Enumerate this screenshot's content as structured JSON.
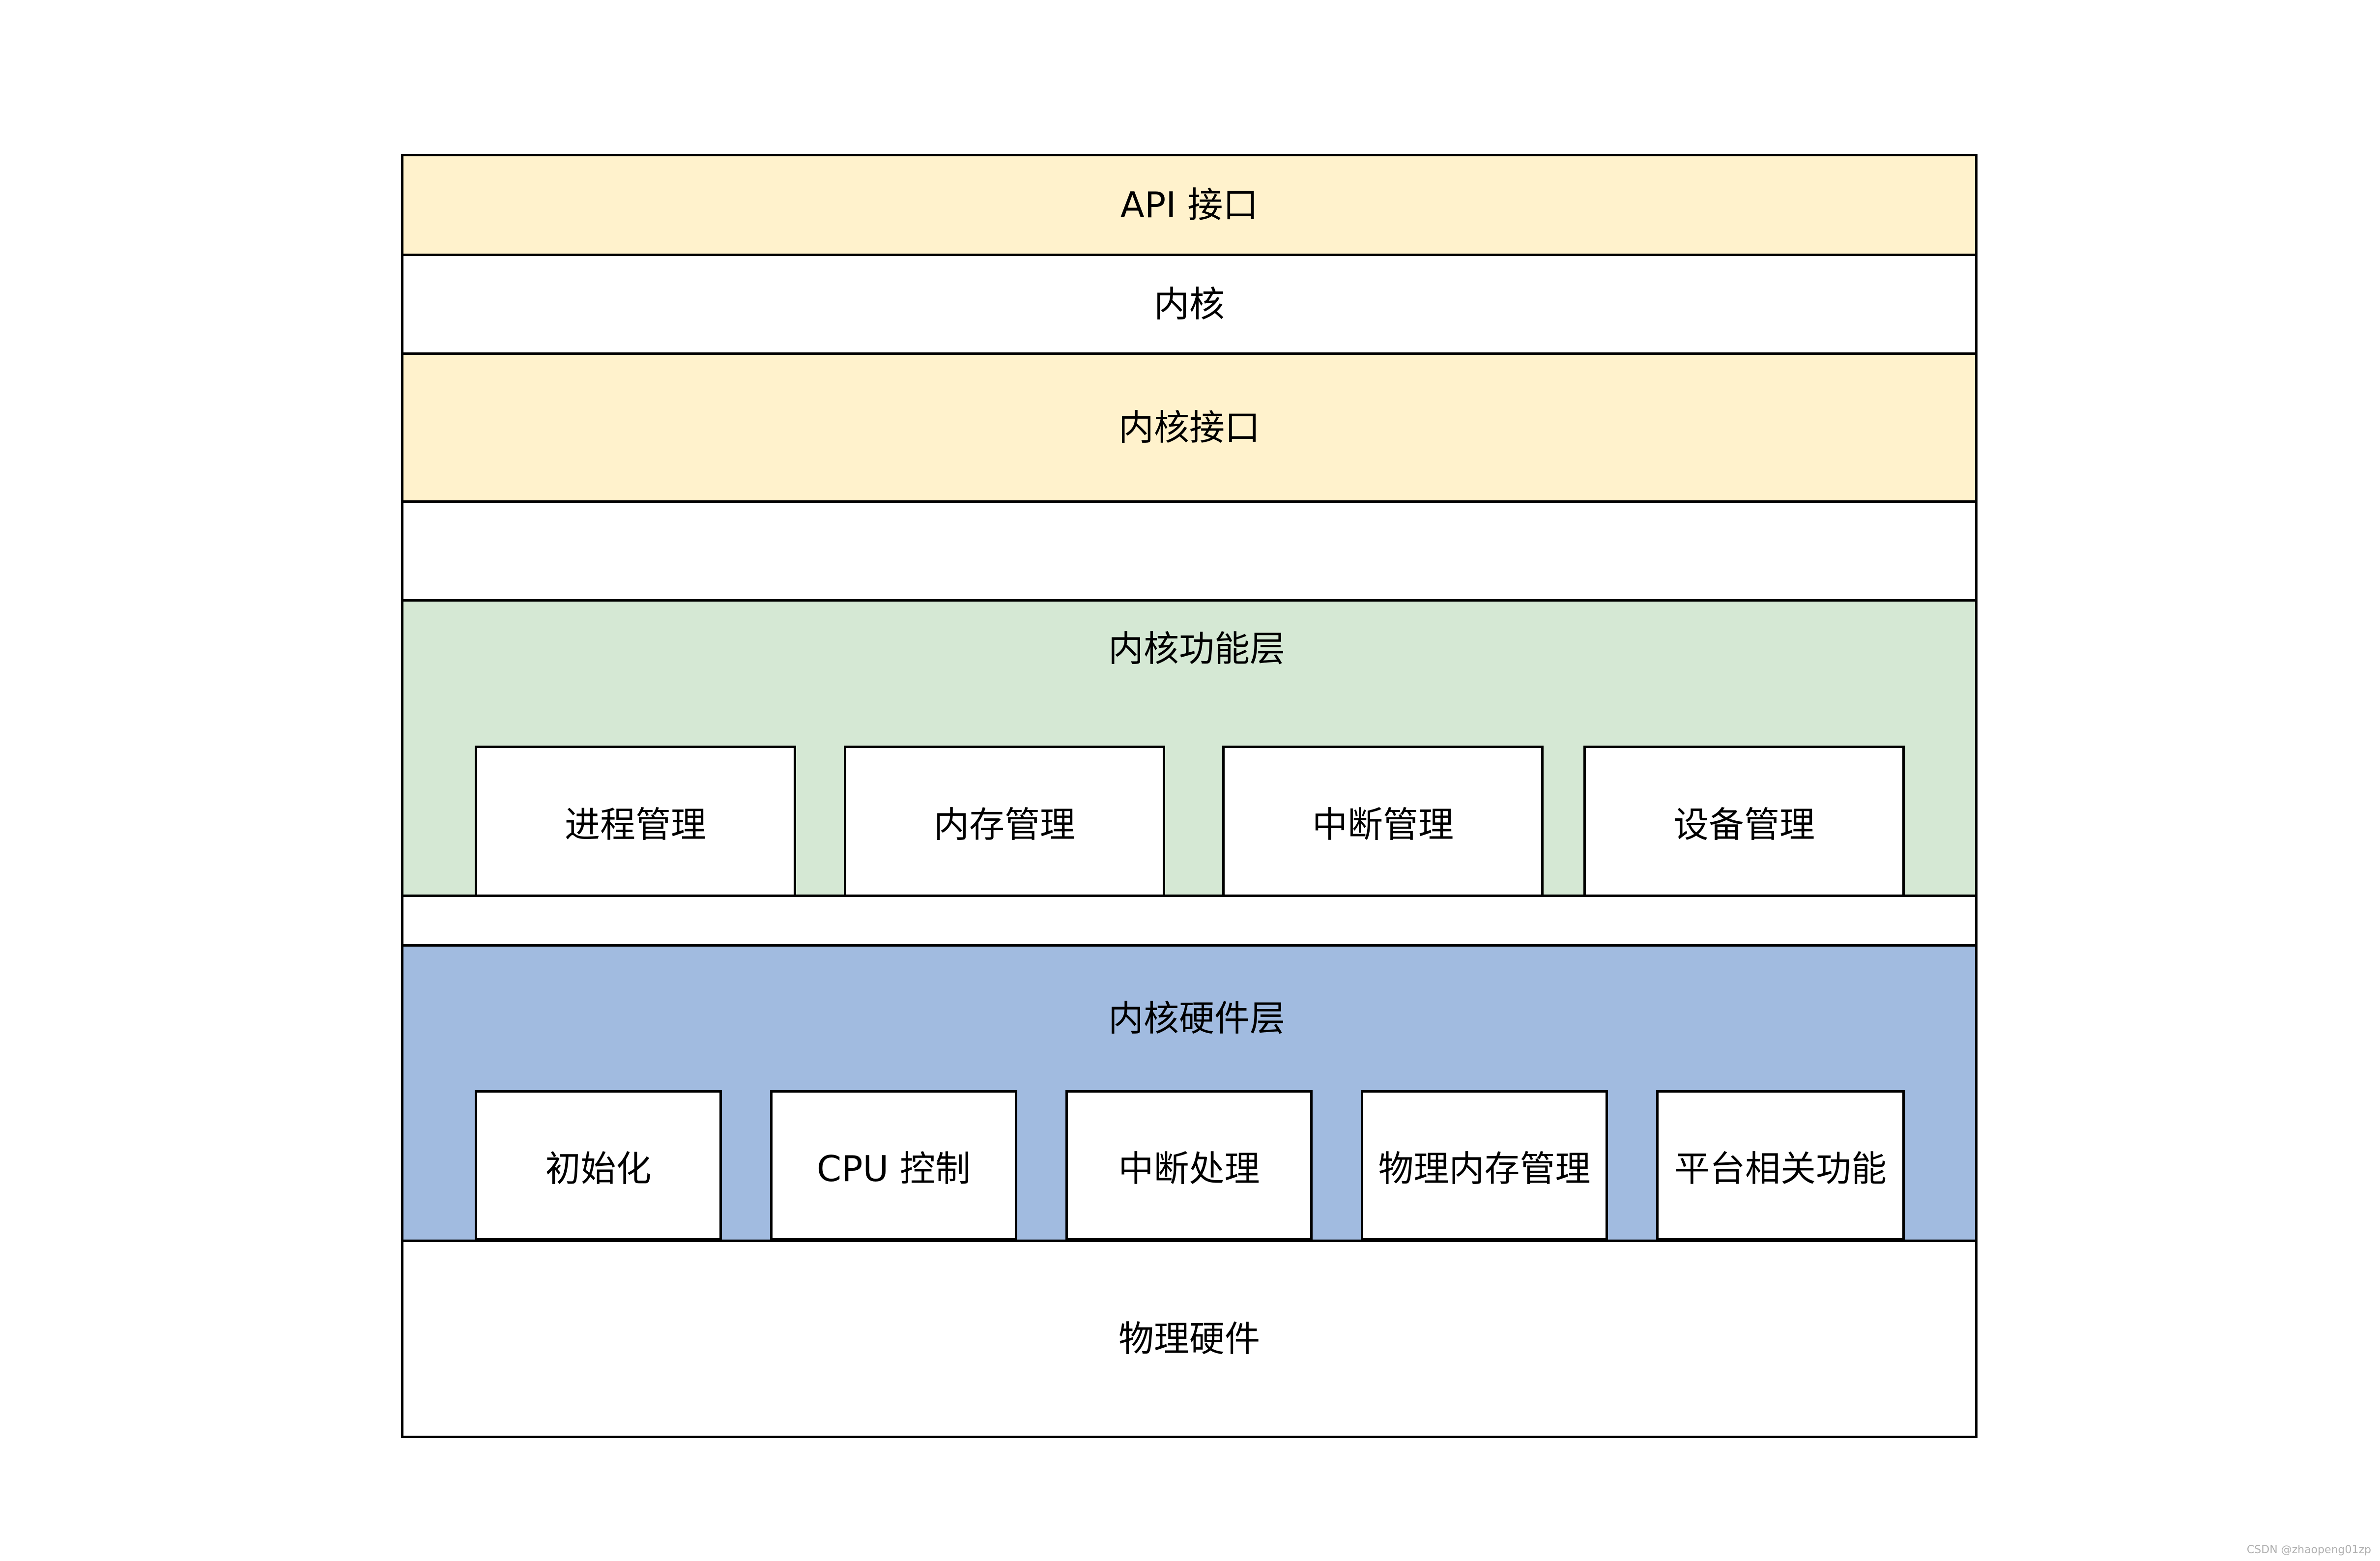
{
  "colors": {
    "interface_fill": "#FFF2CC",
    "blank_fill": "#FFFFFF",
    "function_layer_fill": "#D5E8D4",
    "hardware_layer_fill": "#A1BBE0",
    "border": "#000000"
  },
  "layers": {
    "api": "API 接口",
    "kernel": "内核",
    "kernel_interface": "内核接口",
    "blank": "",
    "function_layer": {
      "title": "内核功能层",
      "modules": [
        "进程管理",
        "内存管理",
        "中断管理",
        "设备管理"
      ]
    },
    "hardware_layer": {
      "title": "内核硬件层",
      "modules": [
        "初始化",
        "CPU 控制",
        "中断处理",
        "物理内存管理",
        "平台相关功能"
      ]
    },
    "physical_hardware": "物理硬件"
  },
  "watermark": "CSDN @zhaopeng01zp"
}
